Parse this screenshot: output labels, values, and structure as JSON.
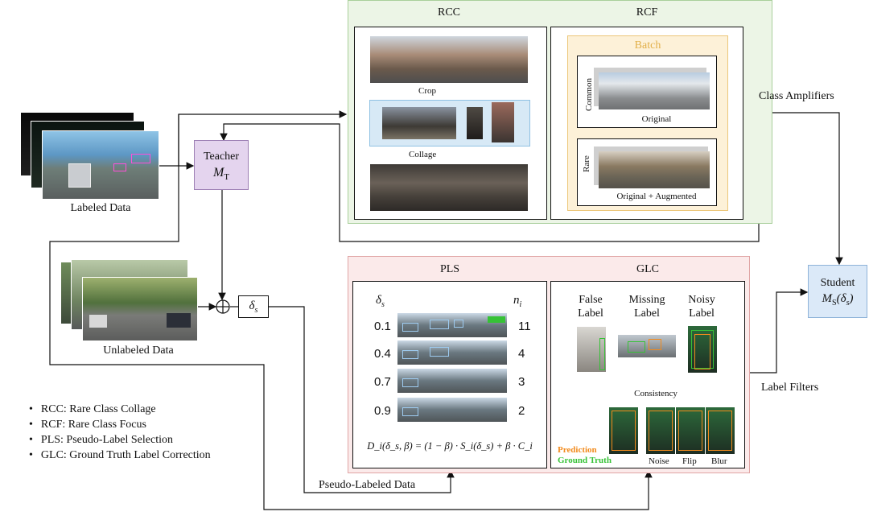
{
  "labeled": {
    "label": "Labeled Data"
  },
  "unlabeled": {
    "label": "Unlabeled Data"
  },
  "teacher": {
    "title": "Teacher",
    "symbol": "M",
    "sub": "T"
  },
  "delta": {
    "symbol": "δ",
    "sub": "s"
  },
  "student": {
    "title": "Student",
    "symbol": "M",
    "sub": "S",
    "arg": "(δ",
    "arg_sub": "s",
    "arg_close": ")"
  },
  "rcc": {
    "title": "RCC",
    "crop": "Crop",
    "collage": "Collage"
  },
  "rcf": {
    "title": "RCF",
    "batch": "Batch",
    "common": "Common",
    "original": "Original",
    "rare": "Rare",
    "orig_aug": "Original + Augmented"
  },
  "class_amplifiers": "Class Amplifiers",
  "label_filters": "Label Filters",
  "pseudo_labeled": "Pseudo-Labeled Data",
  "pls": {
    "title": "PLS",
    "col_delta": "δ",
    "col_delta_sub": "s",
    "col_n": "n",
    "col_n_sub": "i",
    "rows": [
      {
        "delta": "0.1",
        "n": "11"
      },
      {
        "delta": "0.4",
        "n": "4"
      },
      {
        "delta": "0.7",
        "n": "3"
      },
      {
        "delta": "0.9",
        "n": "2"
      }
    ],
    "formula": "D_i(δ_s, β) = (1 − β) · S_i(δ_s) + β · C_i"
  },
  "glc": {
    "title": "GLC",
    "false_label": [
      "False",
      "Label"
    ],
    "missing_label": [
      "Missing",
      "Label"
    ],
    "noisy_label": [
      "Noisy",
      "Label"
    ],
    "consistency": "Consistency",
    "prediction": "Prediction",
    "ground_truth": "Ground Truth",
    "noise": "Noise",
    "flip": "Flip",
    "blur": "Blur"
  },
  "legend": [
    "RCC: Rare Class Collage",
    "RCF: Rare Class Focus",
    "PLS: Pseudo-Label Selection",
    "GLC: Ground Truth Label Correction"
  ],
  "colors": {
    "green_panel_border": "#a9cf9b",
    "green_panel_fill": "#ecf5e6",
    "red_panel_border": "#e0a5a5",
    "red_panel_fill": "#fbeaea",
    "teacher_fill": "#e4d4ee",
    "teacher_border": "#9d7fb4",
    "student_fill": "#dbe9f8",
    "student_border": "#8fb3d9",
    "batch_fill": "#fdf1d8",
    "batch_border": "#ecc77a",
    "batch_text": "#e2b04a",
    "prediction": "#f28a1c",
    "ground_truth": "#36c236"
  }
}
